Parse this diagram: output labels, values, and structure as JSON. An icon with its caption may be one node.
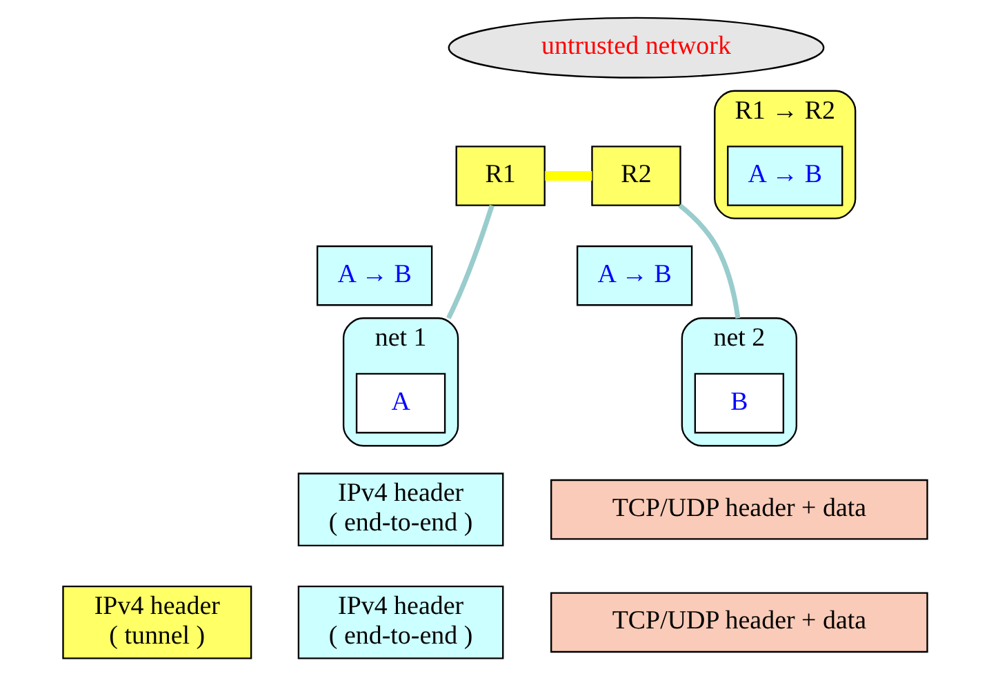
{
  "diagram": {
    "nodes": [
      {
        "text": [
          "untrusted network"
        ]
      },
      {
        "text": [
          "R1"
        ]
      },
      {
        "text": [
          "R2"
        ]
      },
      {
        "text": [
          "R1 → R2"
        ]
      },
      {
        "text": [
          "A → B"
        ],
        "in": 3
      },
      {
        "text": [
          "A → B"
        ]
      },
      {
        "text": [
          "A → B"
        ]
      },
      {
        "text": [
          "net 1"
        ]
      },
      {
        "text": [
          "A"
        ],
        "in": 7
      },
      {
        "text": [
          "net 2"
        ]
      },
      {
        "text": [
          "B"
        ],
        "in": 9
      },
      {
        "text": [
          "IPv4 header",
          "( end-to-end )"
        ]
      },
      {
        "text": [
          "TCP/UDP header + data"
        ]
      },
      {
        "text": [
          "IPv4 header",
          "( tunnel )"
        ]
      },
      {
        "text": [
          "IPv4 header",
          "( end-to-end )"
        ]
      },
      {
        "text": [
          "TCP/UDP header + data"
        ]
      }
    ],
    "edges": [
      {
        "from": 1,
        "to": 2,
        "arrow": "none",
        "style": "thick",
        "color": "#ffff00"
      },
      {
        "from": 1,
        "to": 7,
        "arrow": "none"
      },
      {
        "from": 2,
        "to": 9,
        "arrow": "none"
      }
    ]
  }
}
